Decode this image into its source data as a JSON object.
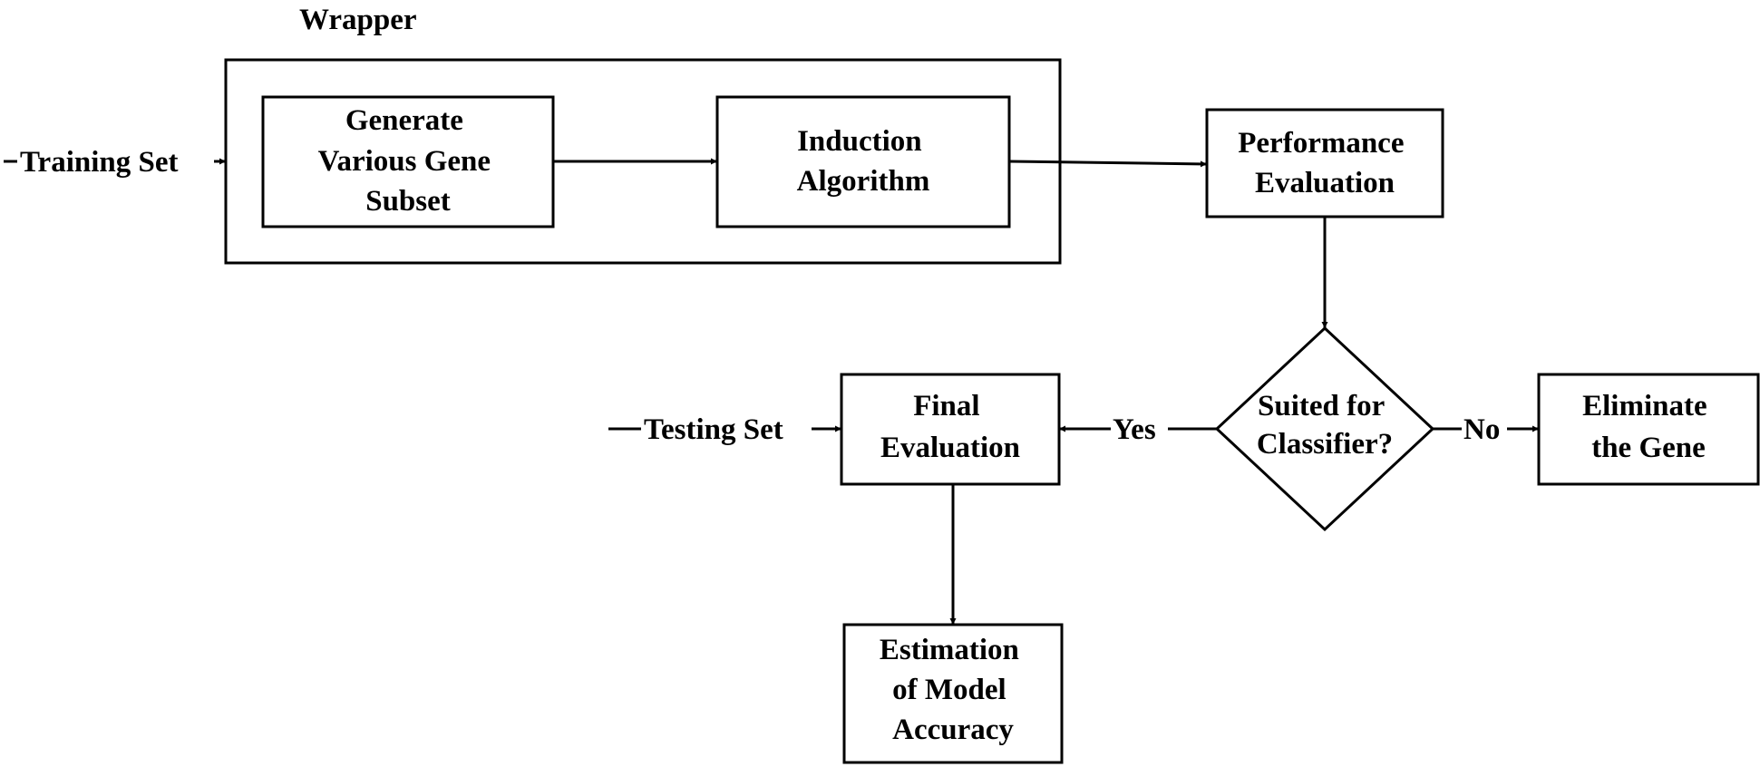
{
  "wrapper": {
    "title": "Wrapper"
  },
  "inputs": {
    "training_set": "Training Set",
    "testing_set": "Testing Set"
  },
  "nodes": {
    "generate_subset": [
      "Generate",
      "Various Gene",
      "Subset"
    ],
    "induction_algorithm": [
      "Induction",
      "Algorithm"
    ],
    "performance_evaluation": [
      "Performance",
      "Evaluation"
    ],
    "decision": [
      "Suited for",
      "Classifier?"
    ],
    "final_evaluation": [
      "Final",
      "Evaluation"
    ],
    "eliminate_gene": [
      "Eliminate",
      "the Gene"
    ],
    "estimation_accuracy": [
      "Estimation",
      "of Model",
      "Accuracy"
    ]
  },
  "edges": {
    "yes": "Yes",
    "no": "No"
  }
}
